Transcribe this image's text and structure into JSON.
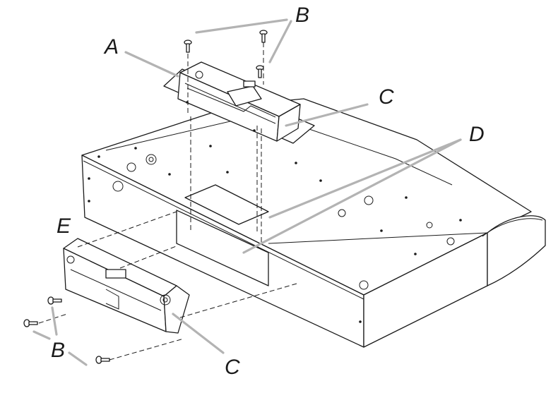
{
  "labels": {
    "A": "A",
    "B_top": "B",
    "C_top": "C",
    "D": "D",
    "E": "E",
    "B_bottom": "B",
    "C_bottom": "C"
  },
  "colors": {
    "outline": "#1a1a1a",
    "leader": "#b3b3b3",
    "background": "#ffffff"
  }
}
